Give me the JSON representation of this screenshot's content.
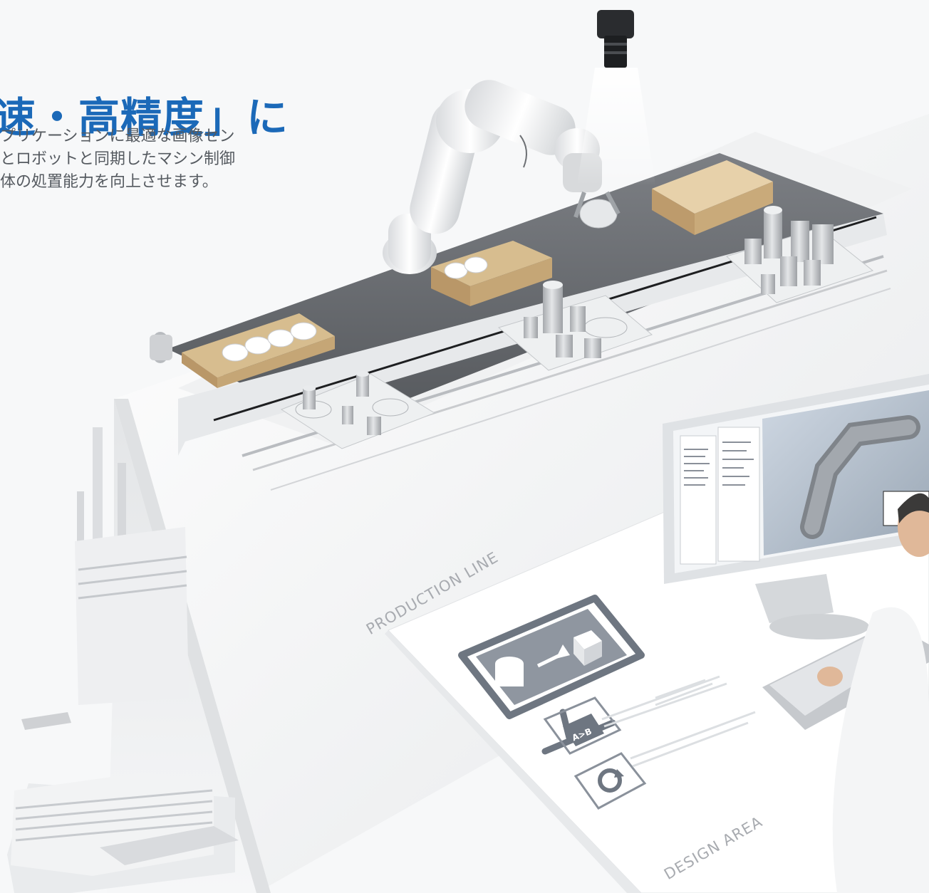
{
  "headline": "速・高精度」に",
  "body_lines": [
    "プリケーションに最適な画像セン",
    "とロボットと同期したマシン制御",
    "体の処置能力を向上させます。"
  ],
  "labels": {
    "production_line": "PRODUCTION LINE",
    "design_area": "DESIGN AREA"
  },
  "icons": {
    "transform": "cylinder-to-cube-icon",
    "compare": "a-to-b-icon",
    "sync": "refresh-icon"
  },
  "colors": {
    "headline": "#1b69b8",
    "body": "#555a60",
    "floor": "#eceeef",
    "conveyor": "#6b6e73",
    "box": "#c9a877",
    "icon_gray": "#6e7681"
  }
}
